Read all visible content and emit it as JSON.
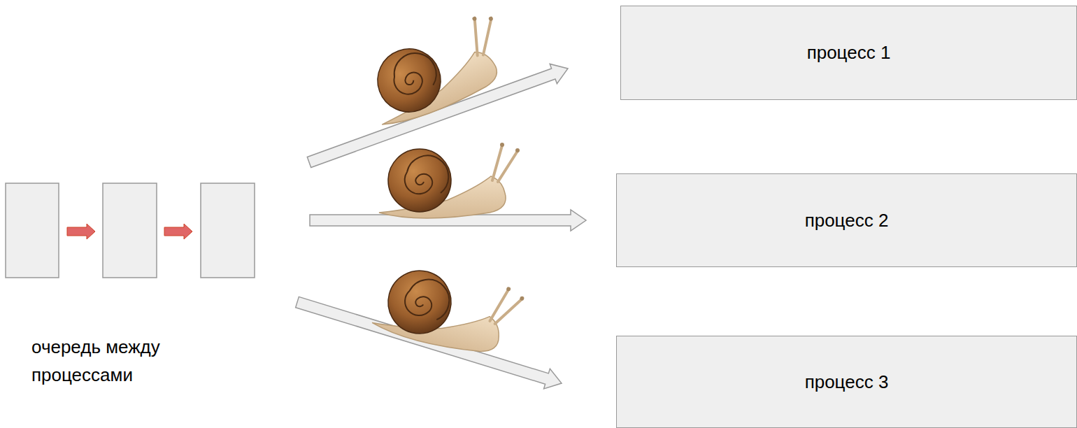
{
  "diagram": {
    "nodes": [
      {
        "text": [
          "процесс 1"
        ]
      },
      {
        "text": [
          "процесс 2"
        ]
      },
      {
        "text": [
          "процесс 3"
        ]
      }
    ],
    "labels": [
      "очередь между процессами"
    ]
  }
}
